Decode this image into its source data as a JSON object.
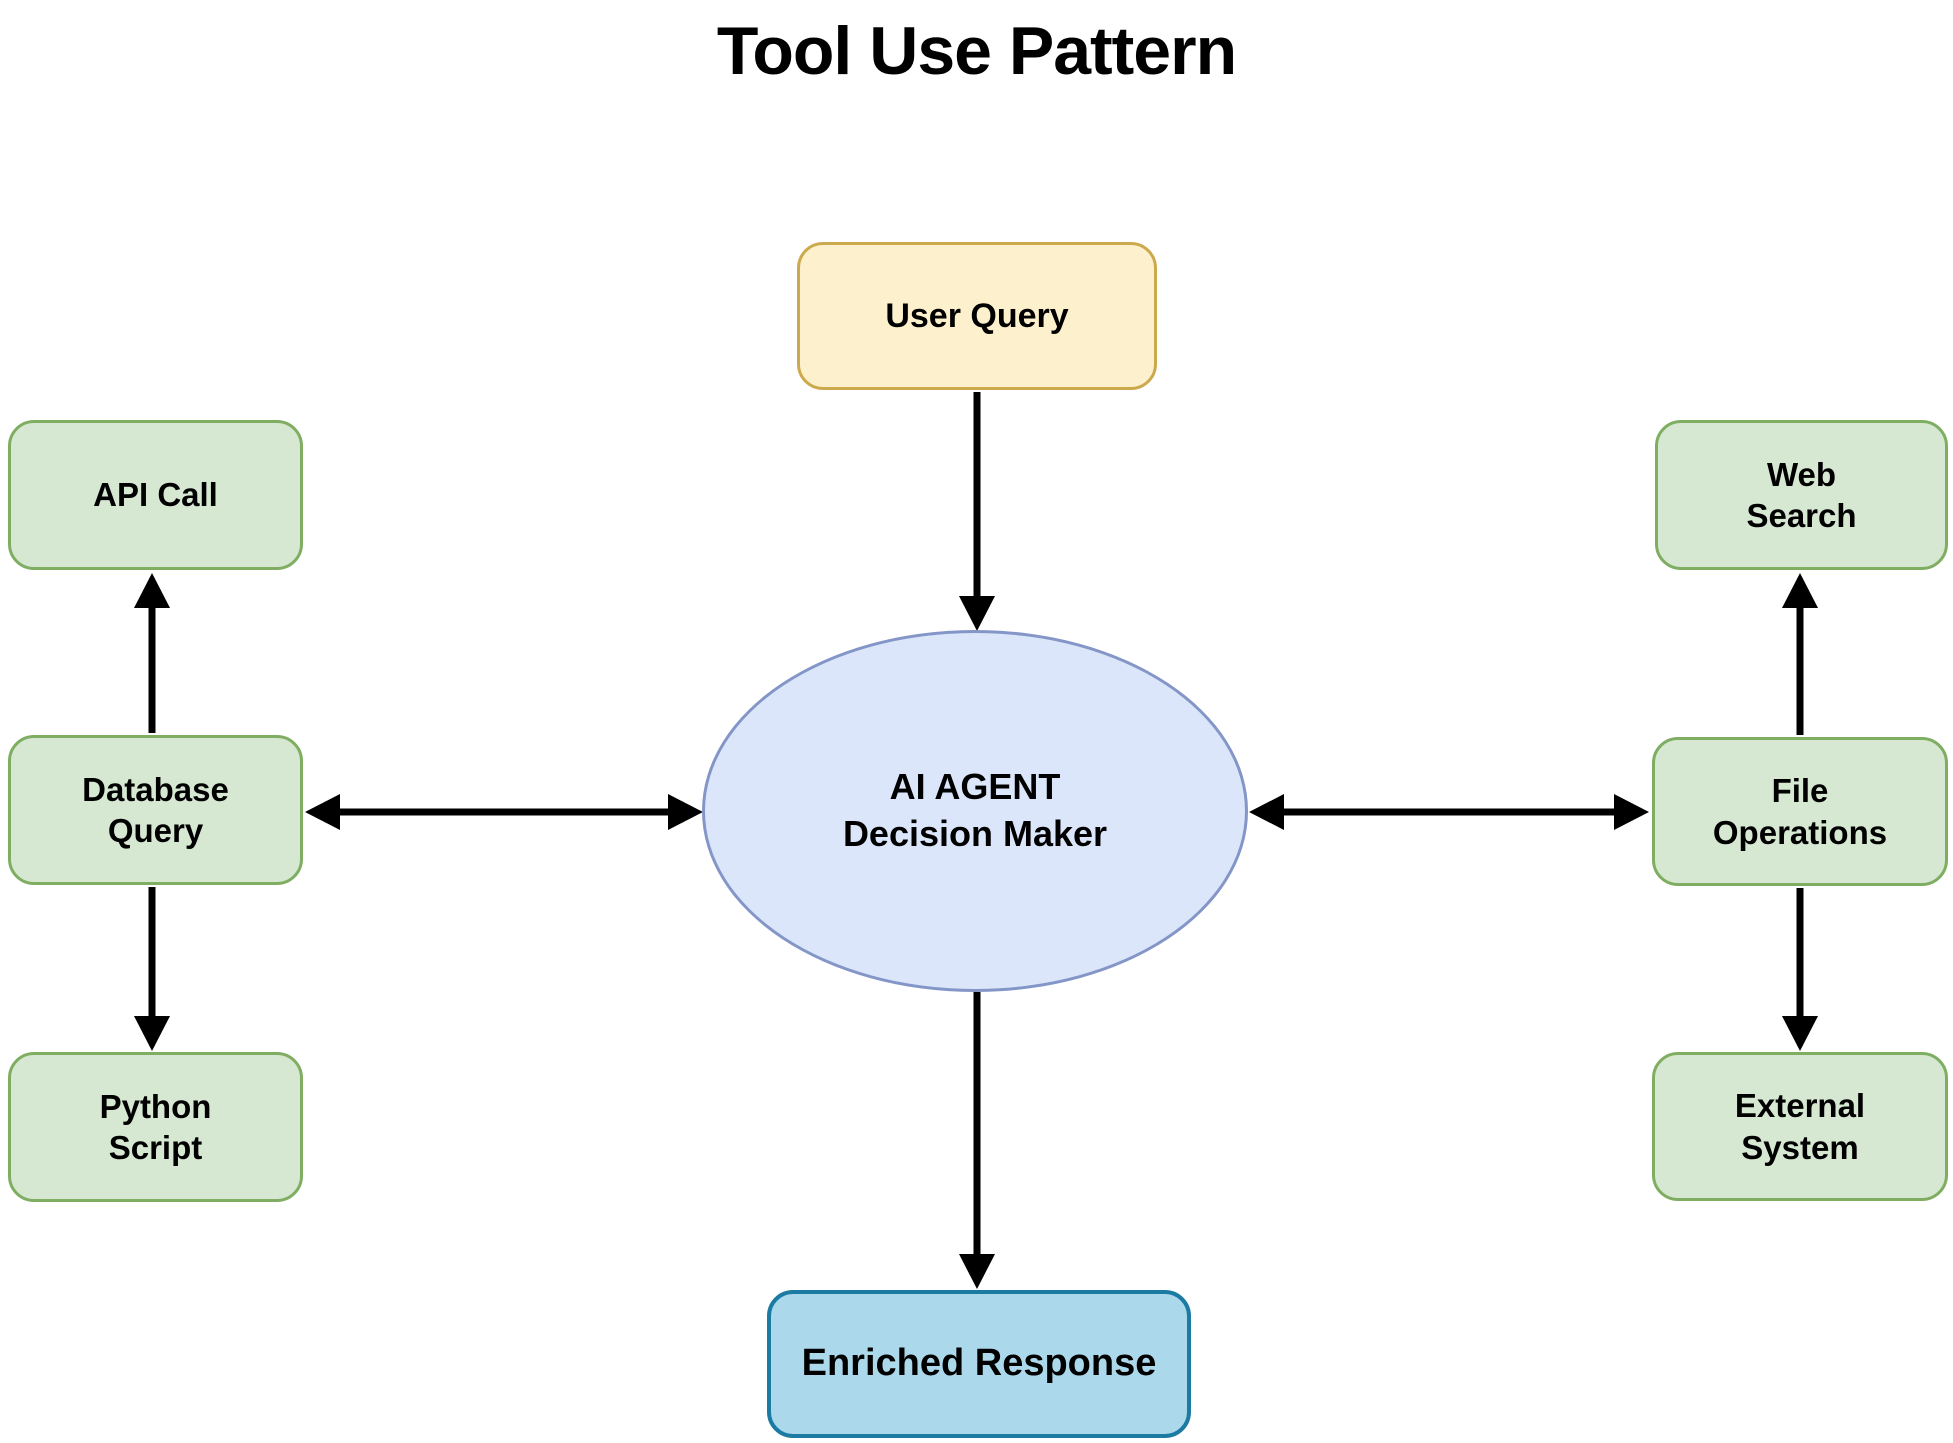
{
  "title": "Tool Use Pattern",
  "nodes": {
    "user_query": {
      "label": "User Query"
    },
    "ai_agent": {
      "label": "AI AGENT\nDecision Maker"
    },
    "enriched_response": {
      "label": "Enriched Response"
    },
    "api_call": {
      "label": "API Call"
    },
    "database_query": {
      "label": "Database\nQuery"
    },
    "python_script": {
      "label": "Python\nScript"
    },
    "web_search": {
      "label": "Web\nSearch"
    },
    "file_operations": {
      "label": "File\nOperations"
    },
    "external_system": {
      "label": "External\nSystem"
    }
  },
  "colors": {
    "background": "#FFFFFF",
    "title_text": "#000000",
    "node_text": "#000000",
    "user_query_fill": "#FDF0CC",
    "user_query_border": "#CDA94E",
    "agent_ellipse_fill": "#DBE6FA",
    "agent_ellipse_border": "#8496C8",
    "enriched_response_fill": "#ACD8EC",
    "enriched_response_border": "#1B7BA3",
    "tool_box_fill": "#D6E7D2",
    "tool_box_border": "#7FAE63",
    "arrow": "#000000"
  },
  "connections": [
    {
      "from": "user_query",
      "to": "ai_agent",
      "direction": "one-way"
    },
    {
      "from": "ai_agent",
      "to": "enriched_response",
      "direction": "one-way"
    },
    {
      "from": "database_query",
      "to": "ai_agent",
      "direction": "two-way"
    },
    {
      "from": "file_operations",
      "to": "ai_agent",
      "direction": "two-way"
    },
    {
      "from": "database_query",
      "to": "api_call",
      "direction": "one-way"
    },
    {
      "from": "database_query",
      "to": "python_script",
      "direction": "one-way"
    },
    {
      "from": "file_operations",
      "to": "web_search",
      "direction": "one-way"
    },
    {
      "from": "file_operations",
      "to": "external_system",
      "direction": "one-way"
    }
  ]
}
